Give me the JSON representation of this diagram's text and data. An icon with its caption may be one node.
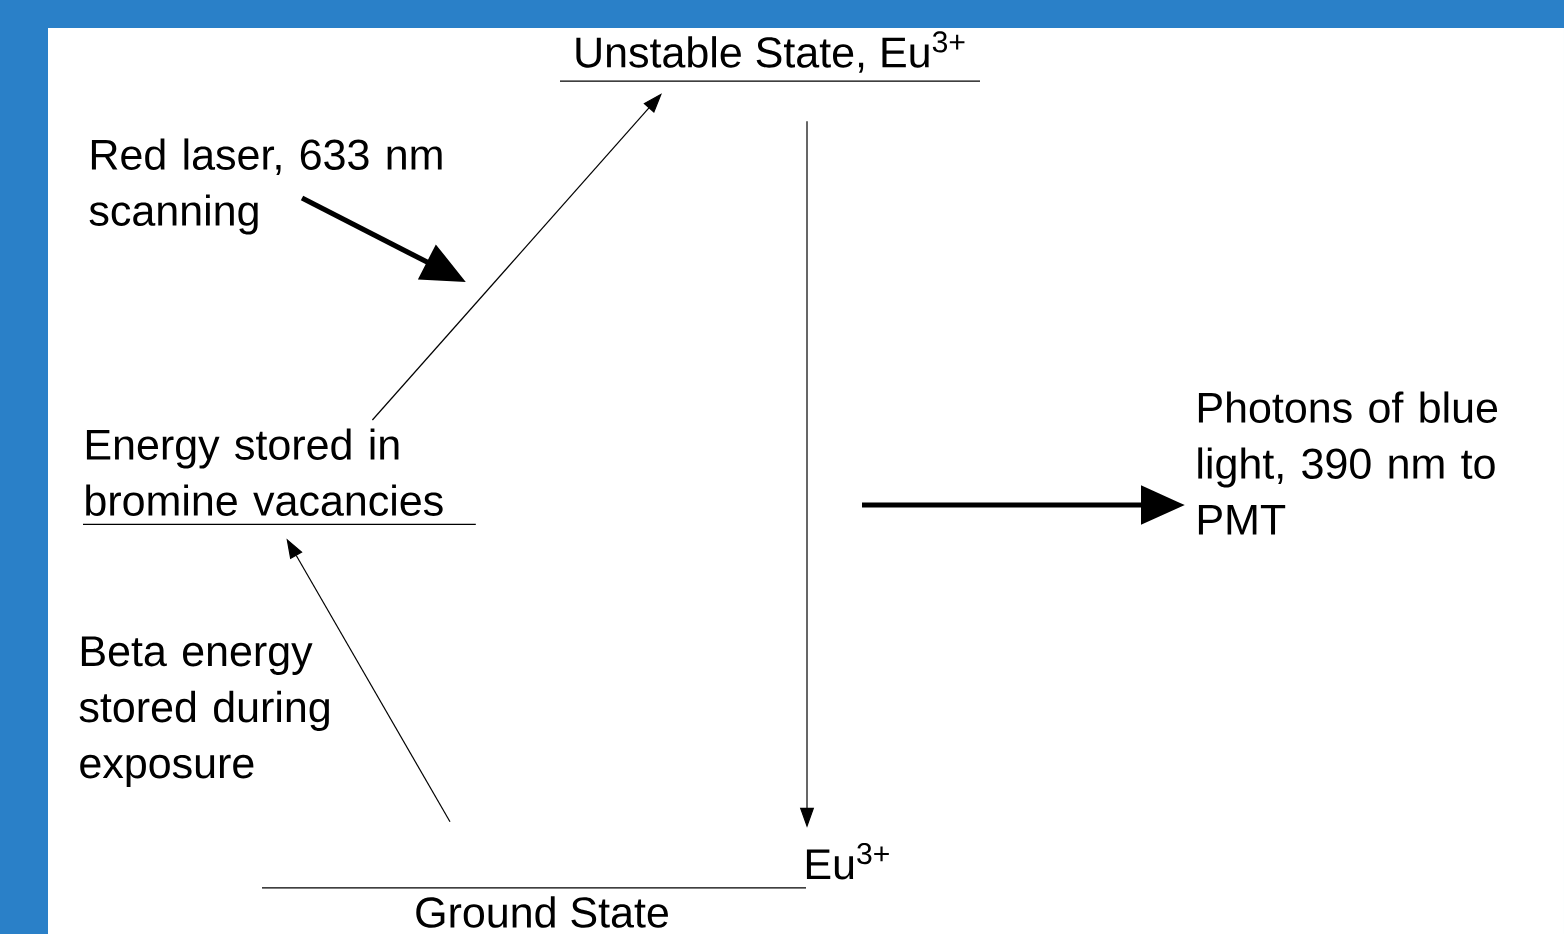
{
  "diagram": {
    "nodes": [
      {
        "text": [
          "Unstable State, Eu$^{3+}$"
        ]
      },
      {
        "text": [
          "Energy stored in bromine vacancies"
        ]
      },
      {
        "text": [
          "Eu$^{3+}$",
          "Ground State"
        ]
      },
      {
        "text": [
          "Red laser, 633 nm scanning"
        ]
      },
      {
        "text": [
          "Photons of blue light, 390 nm to PMT"
        ]
      }
    ],
    "edges": [
      {
        "from": 1,
        "to": 0,
        "arrow": "to"
      },
      {
        "from": 2,
        "to": 1,
        "arrow": "to"
      },
      {
        "from": 0,
        "to": 2,
        "arrow": "to"
      },
      {
        "from": 3,
        "to": null,
        "arrow": "to",
        "style": "thick"
      },
      {
        "from": null,
        "to": 4,
        "arrow": "to",
        "style": "thick"
      }
    ],
    "labels": [
      "Beta energy stored during exposure"
    ]
  }
}
